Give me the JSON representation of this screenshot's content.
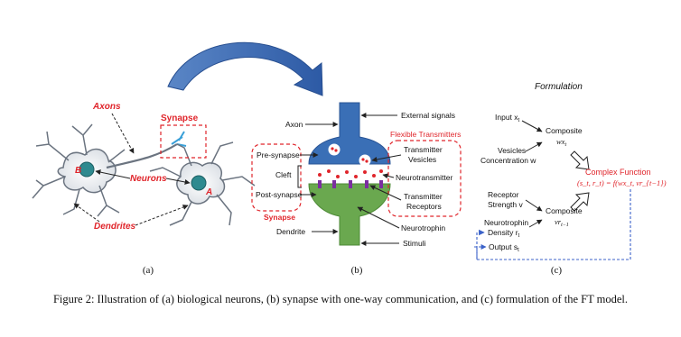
{
  "panel_a": {
    "labels": {
      "axons": "Axons",
      "synapse": "Synapse",
      "neurons": "Neurons",
      "dendrites": "Dendrites",
      "cell_b": "B",
      "cell_a": "A"
    },
    "subcaption": "(a)"
  },
  "panel_b": {
    "labels": {
      "axon": "Axon",
      "external_signals": "External signals",
      "flexible_transmitters": "Flexible Transmitters",
      "pre_synapse": "Pre-synapse",
      "cleft": "Cleft",
      "post_synapse": "Post-synapse",
      "synapse": "Synapse",
      "transmitter_vesicles_1": "Transmitter",
      "transmitter_vesicles_2": "Vesicles",
      "neurotransmitter": "Neurotransmitter",
      "transmitter_receptors_1": "Transmitter",
      "transmitter_receptors_2": "Receptors",
      "neurotrophin": "Neurotrophin",
      "dendrite": "Dendrite",
      "stimuli": "Stimuli"
    },
    "subcaption": "(b)"
  },
  "panel_c": {
    "title": "Formulation",
    "input": "Input x",
    "input_sub": "t",
    "vesicles_1": "Vesicles",
    "vesicles_2": "Concentration w",
    "composite_top": "Composite",
    "composite_top_expr": "wx",
    "composite_top_sub": "t",
    "receptor_1": "Receptor",
    "receptor_2": "Strength v",
    "neurotrophin_1": "Neurotrophin",
    "neurotrophin_2": "Density r",
    "neurotrophin_sub": "t",
    "composite_bottom": "Composite",
    "composite_bottom_expr": "vr",
    "composite_bottom_sub": "t−1",
    "output": "Output s",
    "output_sub": "t",
    "complex_function_title": "Complex Function",
    "complex_function_expr": "(s_t, r_t) = f(wx_t, vr_{t−1})",
    "subcaption": "(c)"
  },
  "caption": "Figure 2:  Illustration of (a) biological neurons, (b) synapse with one-way communication, and (c) formulation of the FT model.",
  "colors": {
    "red": "#e0252b",
    "blue": "#3a6fb6",
    "green": "#6aa84f",
    "teal": "#2f8a8f",
    "dash_blue": "#3b62c9"
  }
}
